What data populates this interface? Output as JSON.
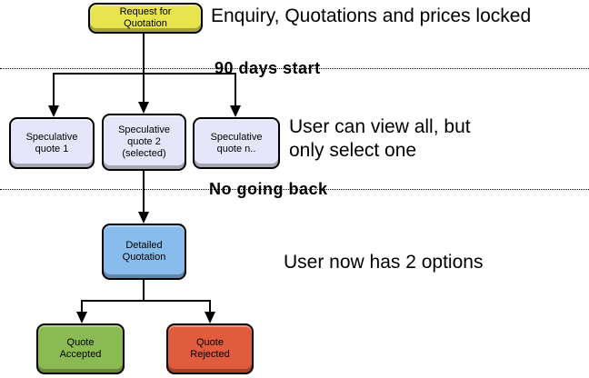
{
  "diagram": {
    "nodes": {
      "request": {
        "label": "Request for\nQuotation",
        "color": "#e7e44e"
      },
      "spec1": {
        "label": "Speculative\nquote 1",
        "color": "#e6e6fa"
      },
      "spec2": {
        "label": "Speculative\nquote 2\n(selected)",
        "color": "#e6e6fa"
      },
      "specn": {
        "label": "Speculative\nquote n..",
        "color": "#e6e6fa"
      },
      "detailed": {
        "label": "Detailed\nQuotation",
        "color": "#87bcec"
      },
      "accepted": {
        "label": "Quote\nAccepted",
        "color": "#8cba52"
      },
      "rejected": {
        "label": "Quote\nRejected",
        "color": "#e15b3d"
      }
    },
    "milestones": {
      "start": "90 days start",
      "noback": "No going back"
    },
    "annotations": {
      "locked": "Enquiry, Quotations and prices locked",
      "select": "User can view all, but\nonly select one",
      "options": "User now has 2 options"
    },
    "line_color": "#000000"
  }
}
